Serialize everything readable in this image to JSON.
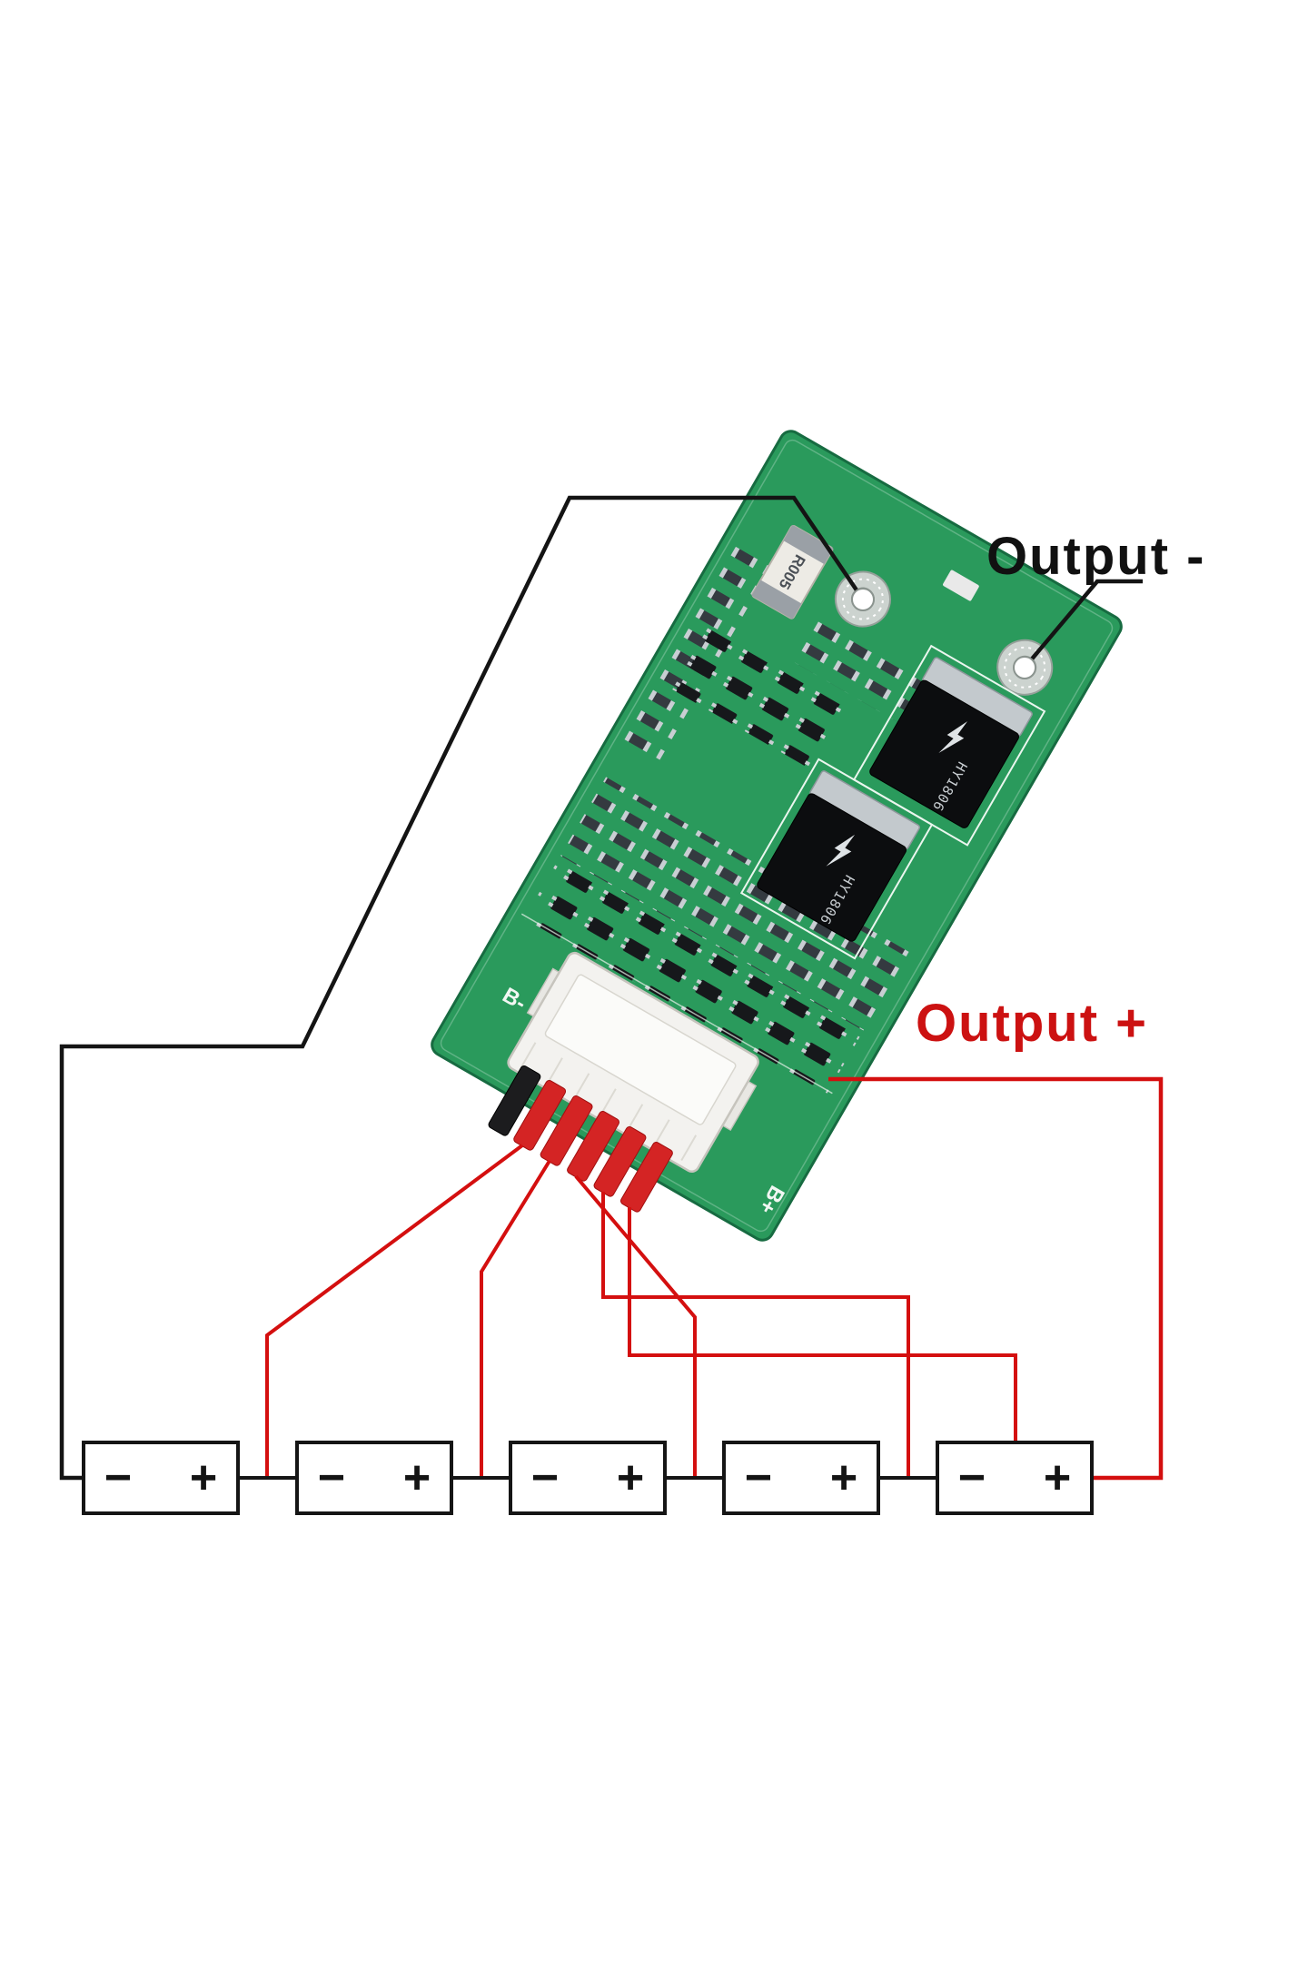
{
  "labels": {
    "output_negative": "Output -",
    "output_positive": "Output +"
  },
  "board": {
    "silk_b_minus": "B-",
    "silk_b_plus": "B+",
    "shunt_label": "R005",
    "mosfet1_label": "HY1806",
    "mosfet2_label": "HY1806"
  },
  "batteries": {
    "cells": [
      {
        "neg": "−",
        "pos": "+"
      },
      {
        "neg": "−",
        "pos": "+"
      },
      {
        "neg": "−",
        "pos": "+"
      },
      {
        "neg": "−",
        "pos": "+"
      },
      {
        "neg": "−",
        "pos": "+"
      }
    ]
  },
  "colors": {
    "pcb_green": "#2a9a5c",
    "wire_negative": "#141414",
    "wire_positive": "#d40f0f",
    "label_negative": "#111111",
    "label_positive": "#cc1111"
  }
}
